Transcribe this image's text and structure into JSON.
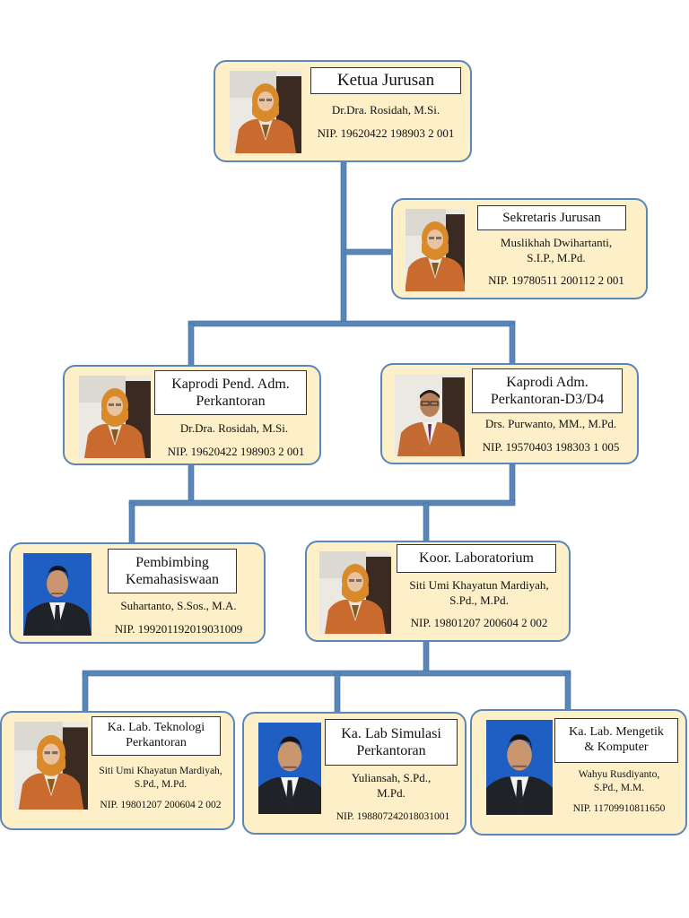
{
  "colors": {
    "box_fill": "#fdefc8",
    "box_border": "#5b86b8",
    "connector": "#5b86b8",
    "jacket_orange": "#c96b2e",
    "hijab_orange": "#d98a2a",
    "suit_dark": "#1f2227",
    "photo_blue_bg": "#1f5fc4"
  },
  "positions": [
    {
      "title": "Ketua Jurusan",
      "name": "Dr.Dra. Rosidah, M.Si.",
      "nip": "NIP. 19620422 198903 2 001",
      "photo_icon": "female-official-photo-icon"
    },
    {
      "title": "Sekretaris Jurusan",
      "name": "Muslikhah Dwihartanti,\nS.I.P., M.Pd.",
      "nip": "NIP. 19780511 200112 2 001",
      "photo_icon": "female-official-photo-icon"
    },
    {
      "title": "Kaprodi Pend. Adm.\nPerkantoran",
      "name": "Dr.Dra. Rosidah, M.Si.",
      "nip": "NIP. 19620422 198903 2 001",
      "photo_icon": "female-official-photo-icon"
    },
    {
      "title": "Kaprodi Adm.\nPerkantoran-D3/D4",
      "name": "Drs. Purwanto, MM., M.Pd.",
      "nip": "NIP. 19570403 198303 1 005",
      "photo_icon": "male-official-photo-icon"
    },
    {
      "title": "Pembimbing\nKemahasiswaan",
      "name": "Suhartanto, S.Sos., M.A.",
      "nip": "NIP. 199201192019031009",
      "photo_icon": "male-suit-photo-icon"
    },
    {
      "title": "Koor. Laboratorium",
      "name": "Siti Umi Khayatun Mardiyah,\nS.Pd., M.Pd.",
      "nip": "NIP. 19801207 200604 2 002",
      "photo_icon": "female-official-photo-icon"
    },
    {
      "title": "Ka. Lab. Teknologi\nPerkantoran",
      "name": "Siti Umi Khayatun Mardiyah,\nS.Pd., M.Pd.",
      "nip": "NIP. 19801207 200604 2 002",
      "photo_icon": "female-official-photo-icon"
    },
    {
      "title": "Ka. Lab Simulasi\nPerkantoran",
      "name": "Yuliansah, S.Pd.,\nM.Pd.",
      "nip": "NIP. 198807242018031001",
      "photo_icon": "male-suit-photo-icon"
    },
    {
      "title": "Ka. Lab. Mengetik\n& Komputer",
      "name": "Wahyu Rusdiyanto,\nS.Pd., M.M.",
      "nip": "NIP. 11709910811650",
      "photo_icon": "male-suit-photo-icon"
    }
  ]
}
